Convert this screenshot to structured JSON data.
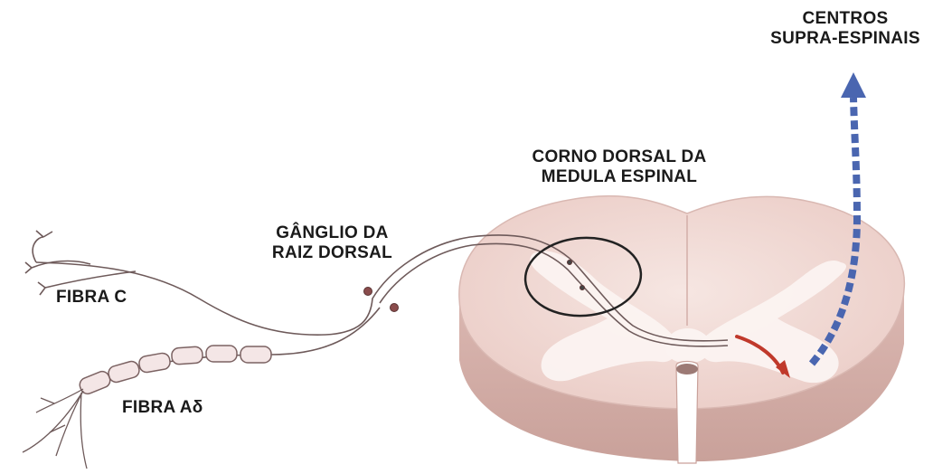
{
  "labels": {
    "centros": [
      "CENTROS",
      "SUPRA-ESPINAIS"
    ],
    "corno": [
      "CORNO DORSAL DA",
      "MEDULA ESPINAL"
    ],
    "ganglio": [
      "GÂNGLIO DA",
      "RAIZ DORSAL"
    ],
    "fibra_c": "FIBRA C",
    "fibra_ad": "FIBRA Aδ"
  },
  "colors": {
    "cord_gray": "#f1dcd8",
    "cord_white": "#ffffff",
    "cord_side": "#d9b3ad",
    "nerve": "#6e5a5a",
    "arrow_red": "#c0392b",
    "arrow_blue": "#4a66b0",
    "circle": "#222222"
  }
}
